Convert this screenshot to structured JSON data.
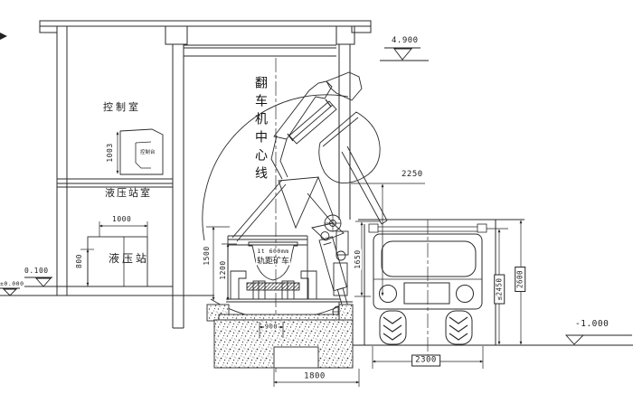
{
  "colors": {
    "line": "#2a2a2a",
    "background": "#ffffff"
  },
  "labels": {
    "control_room": "控制室",
    "console": "控制台",
    "hydraulic_station_room": "液压站室",
    "hydraulic_station": "液压站",
    "dumper_centerline": "翻车机中心线",
    "mine_car_line1": "1t 600mm",
    "mine_car_line2": "轨距矿车"
  },
  "elevations": {
    "roof": "4.900",
    "floor": "0.100",
    "ground": "±0.000",
    "truck_lane": "-1.000"
  },
  "dimensions": {
    "console_height": "1003",
    "station_width": "1000",
    "station_height": "800",
    "platform_high": "1500",
    "platform_low": "1200",
    "dump_height": "2250",
    "truck_cab_height": "1650",
    "pit_sump_width": "900",
    "pit_width": "1800",
    "truck_width": "2300",
    "truck_max_height": "≤2450",
    "clearance_height": "2600"
  }
}
